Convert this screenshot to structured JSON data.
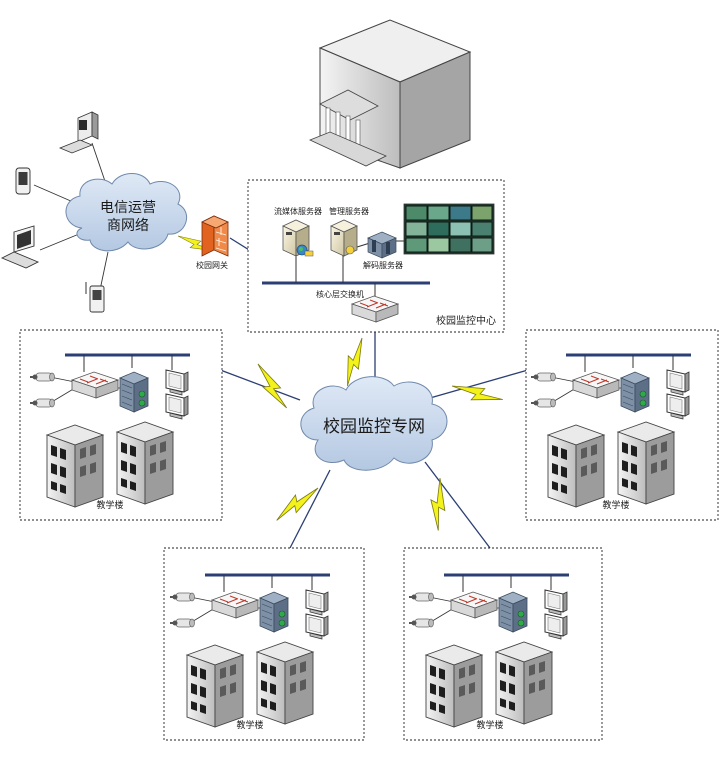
{
  "cloud_telecom": {
    "line1": "电信运营",
    "line2": "商网络"
  },
  "cloud_campus": {
    "label": "校园监控专网"
  },
  "firewall": {
    "label": "校园网关"
  },
  "control_center": {
    "label": "校园监控中心",
    "stream_server": "流媒体服务器",
    "mgmt_server": "管理服务器",
    "decoder_server": "解码服务器",
    "core_switch": "核心层交换机"
  },
  "buildings": [
    {
      "label": "教学楼"
    },
    {
      "label": "教学楼"
    },
    {
      "label": "教学楼"
    },
    {
      "label": "教学楼"
    }
  ],
  "colors": {
    "cloud_fill": "#c8d8ec",
    "bolt": "#f3f21a",
    "link": "#2b3f74",
    "firewall": "#e2621f"
  },
  "icons": [
    "pc-icon",
    "phone-icon",
    "laptop-icon",
    "pda-icon",
    "firewall-icon",
    "server-icon",
    "video-wall-icon",
    "switch-icon",
    "camera-icon",
    "nvr-icon",
    "monitor-icon",
    "building-icon",
    "bank-icon"
  ]
}
